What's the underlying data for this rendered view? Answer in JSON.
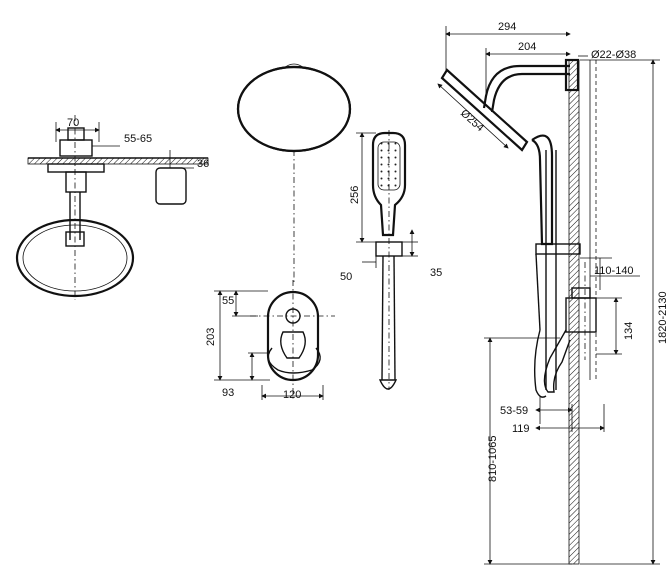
{
  "dimensions": {
    "left_view": {
      "width_70": "70",
      "nut": "55-65",
      "depth_36": "36"
    },
    "valve_plate": {
      "top_55": "55",
      "height_203": "203",
      "offset_93": "93",
      "width_120": "120"
    },
    "hand_shower": {
      "length_256": "256",
      "holder_50": "50",
      "holder_35": "35"
    },
    "side_view": {
      "reach_294": "294",
      "arm_204": "204",
      "pipe_dia": "Ø22-Ø38",
      "head_dia": "Ø254",
      "range_110_140": "110-140",
      "height_134": "134",
      "height_1820_2130": "1820-2130",
      "depth_53_59": "53-59",
      "depth_119": "119",
      "height_810_1065": "810-1065"
    }
  },
  "colors": {
    "line": "#111111",
    "background": "#ffffff"
  }
}
